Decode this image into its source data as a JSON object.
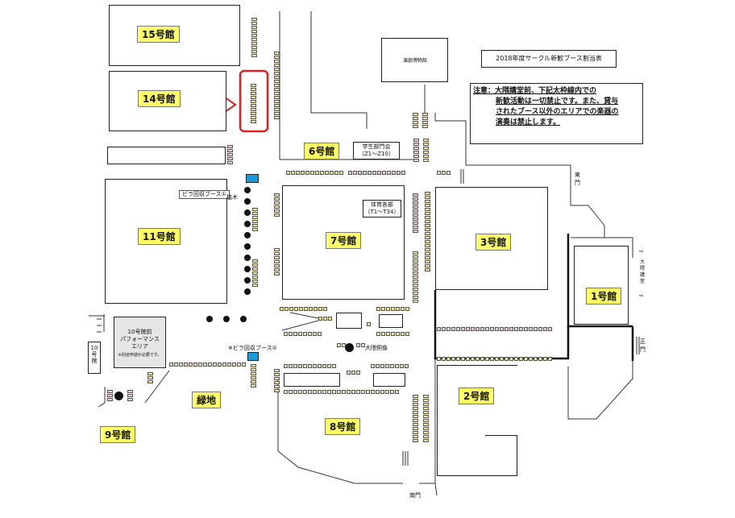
{
  "map_title": "2018年度サークル新歓ブース割当表",
  "notice": {
    "line1": "注意：大隈講堂前、下記太枠線内での",
    "line2": "新歓活動は一切禁止です。また、貸与",
    "line3": "されたブース以外のエリアでの楽器の",
    "line4": "演奏は禁止します。"
  },
  "buildings": {
    "b15": "15号館",
    "b14": "14号館",
    "b11": "11号館",
    "b6": "6号館",
    "b7": "7号館",
    "b3": "3号館",
    "b1": "1号館",
    "b2": "2号館",
    "b8": "8号館",
    "b9": "9号館",
    "b10": "10号館",
    "ryokuchi": "緑地"
  },
  "places": {
    "theatre_museum": "演劇博物館",
    "student_dept_a": "学生部門会",
    "student_dept_b": "（Z1～Z10）",
    "sports_a": "体育各部",
    "sports_b": "（T1～T34）",
    "perf_a": "10号館前",
    "perf_b": "パフォーマンス",
    "perf_c": "エリア",
    "perf_note": "※別途申請が必要です。",
    "okuma_statue": "大隈銅像",
    "flyer1": "ビラ回収ブース①",
    "flyer2": "※ビラ回収ブース②",
    "ueki": "植木",
    "east_gate_a": "東",
    "east_gate_b": "門",
    "main_gate_a": "正",
    "main_gate_b": "門",
    "south_gate": "南門",
    "okuma_hall_arrow1": "⇨",
    "okuma_hall_text": "大隈講堂",
    "okuma_hall_arrow2": "⇨"
  },
  "colors": {
    "label_bg": "#ffff66",
    "booth": "#f0e8a0",
    "booth_alt": "#f2cccc",
    "highlight": "#e02020",
    "flyer_booth": "#1a9ad6"
  }
}
